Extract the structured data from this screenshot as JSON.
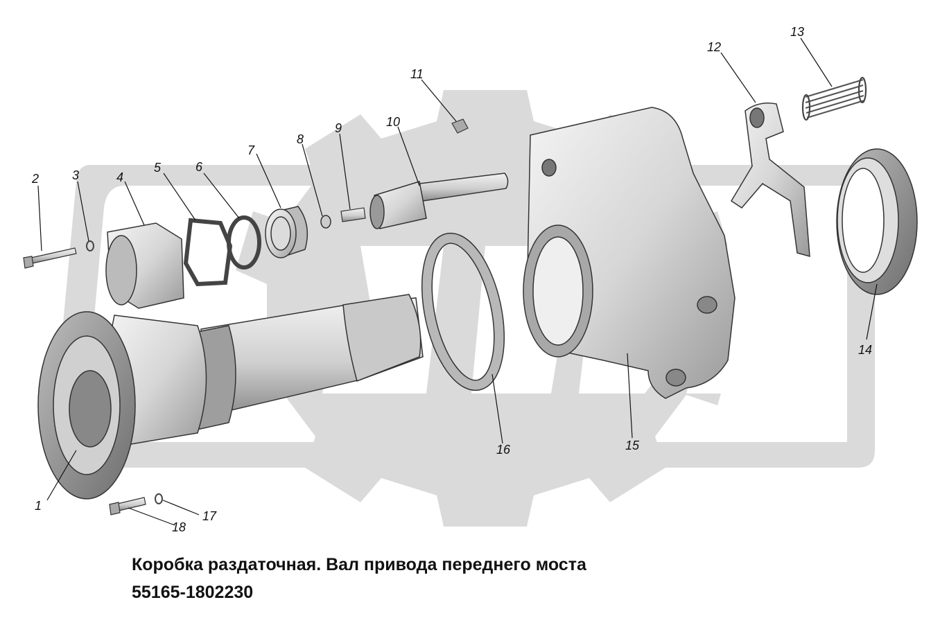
{
  "caption": {
    "title": "Коробка раздаточная. Вал привода переднего моста",
    "code": "55165-1802230"
  },
  "watermark": {
    "color": "#d8d8d8",
    "icon": "gear-logo-watermark"
  },
  "callouts": [
    {
      "n": "1"
    },
    {
      "n": "2"
    },
    {
      "n": "3"
    },
    {
      "n": "4"
    },
    {
      "n": "5"
    },
    {
      "n": "6"
    },
    {
      "n": "7"
    },
    {
      "n": "8"
    },
    {
      "n": "9"
    },
    {
      "n": "10"
    },
    {
      "n": "11"
    },
    {
      "n": "12"
    },
    {
      "n": "13"
    },
    {
      "n": "14"
    },
    {
      "n": "15"
    },
    {
      "n": "16"
    },
    {
      "n": "17"
    },
    {
      "n": "18"
    }
  ]
}
